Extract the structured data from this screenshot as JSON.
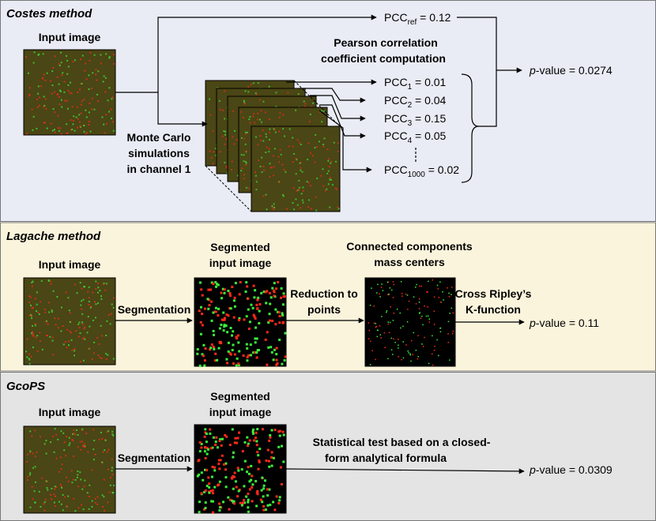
{
  "colors": {
    "costes_bg": "#e9ecf5",
    "lagache_bg": "#fbf4dc",
    "gcops_bg": "#e4e4e4",
    "image_bg": "#4a4615",
    "spot_red": "#ff2a1a",
    "spot_green": "#3cf03c",
    "segmented_bg": "#000000"
  },
  "costes": {
    "title": "Costes method",
    "input_label": "Input image",
    "pcc_heading_1": "Pearson correlation",
    "pcc_heading_2": "coefficient computation",
    "mc_1": "Monte Carlo",
    "mc_2": "simulations",
    "mc_3": "in channel 1",
    "ref_pre": "PCC",
    "ref_sub": "ref",
    "ref_post": " = 0.12",
    "pccs": [
      {
        "pre": "PCC",
        "sub": "1",
        "post": " = 0.01"
      },
      {
        "pre": "PCC",
        "sub": "2",
        "post": " = 0.04"
      },
      {
        "pre": "PCC",
        "sub": "3",
        "post": " = 0.15"
      },
      {
        "pre": "PCC",
        "sub": "4",
        "post": " = 0.05"
      },
      {
        "pre": "PCC",
        "sub": "1000",
        "post": " = 0.02"
      }
    ],
    "p_italic": "p",
    "p_rest": "-value = 0.0274"
  },
  "lagache": {
    "title": "Lagache method",
    "input_label": "Input image",
    "seg_label_1": "Segmented",
    "seg_label_2": "input image",
    "cc_label_1": "Connected components",
    "cc_label_2": "mass centers",
    "segmentation": "Segmentation",
    "reduction_1": "Reduction to",
    "reduction_2": "points",
    "ripley_1": "Cross Ripley’s",
    "ripley_2": "K-function",
    "p_italic": "p",
    "p_rest": "-value = 0.11"
  },
  "gcops": {
    "title": "GcoPS",
    "input_label": "Input image",
    "seg_label_1": "Segmented",
    "seg_label_2": "input image",
    "segmentation": "Segmentation",
    "stat_1": "Statistical test based on a closed-",
    "stat_2": "form analytical formula",
    "p_italic": "p",
    "p_rest": "-value = 0.0309"
  }
}
